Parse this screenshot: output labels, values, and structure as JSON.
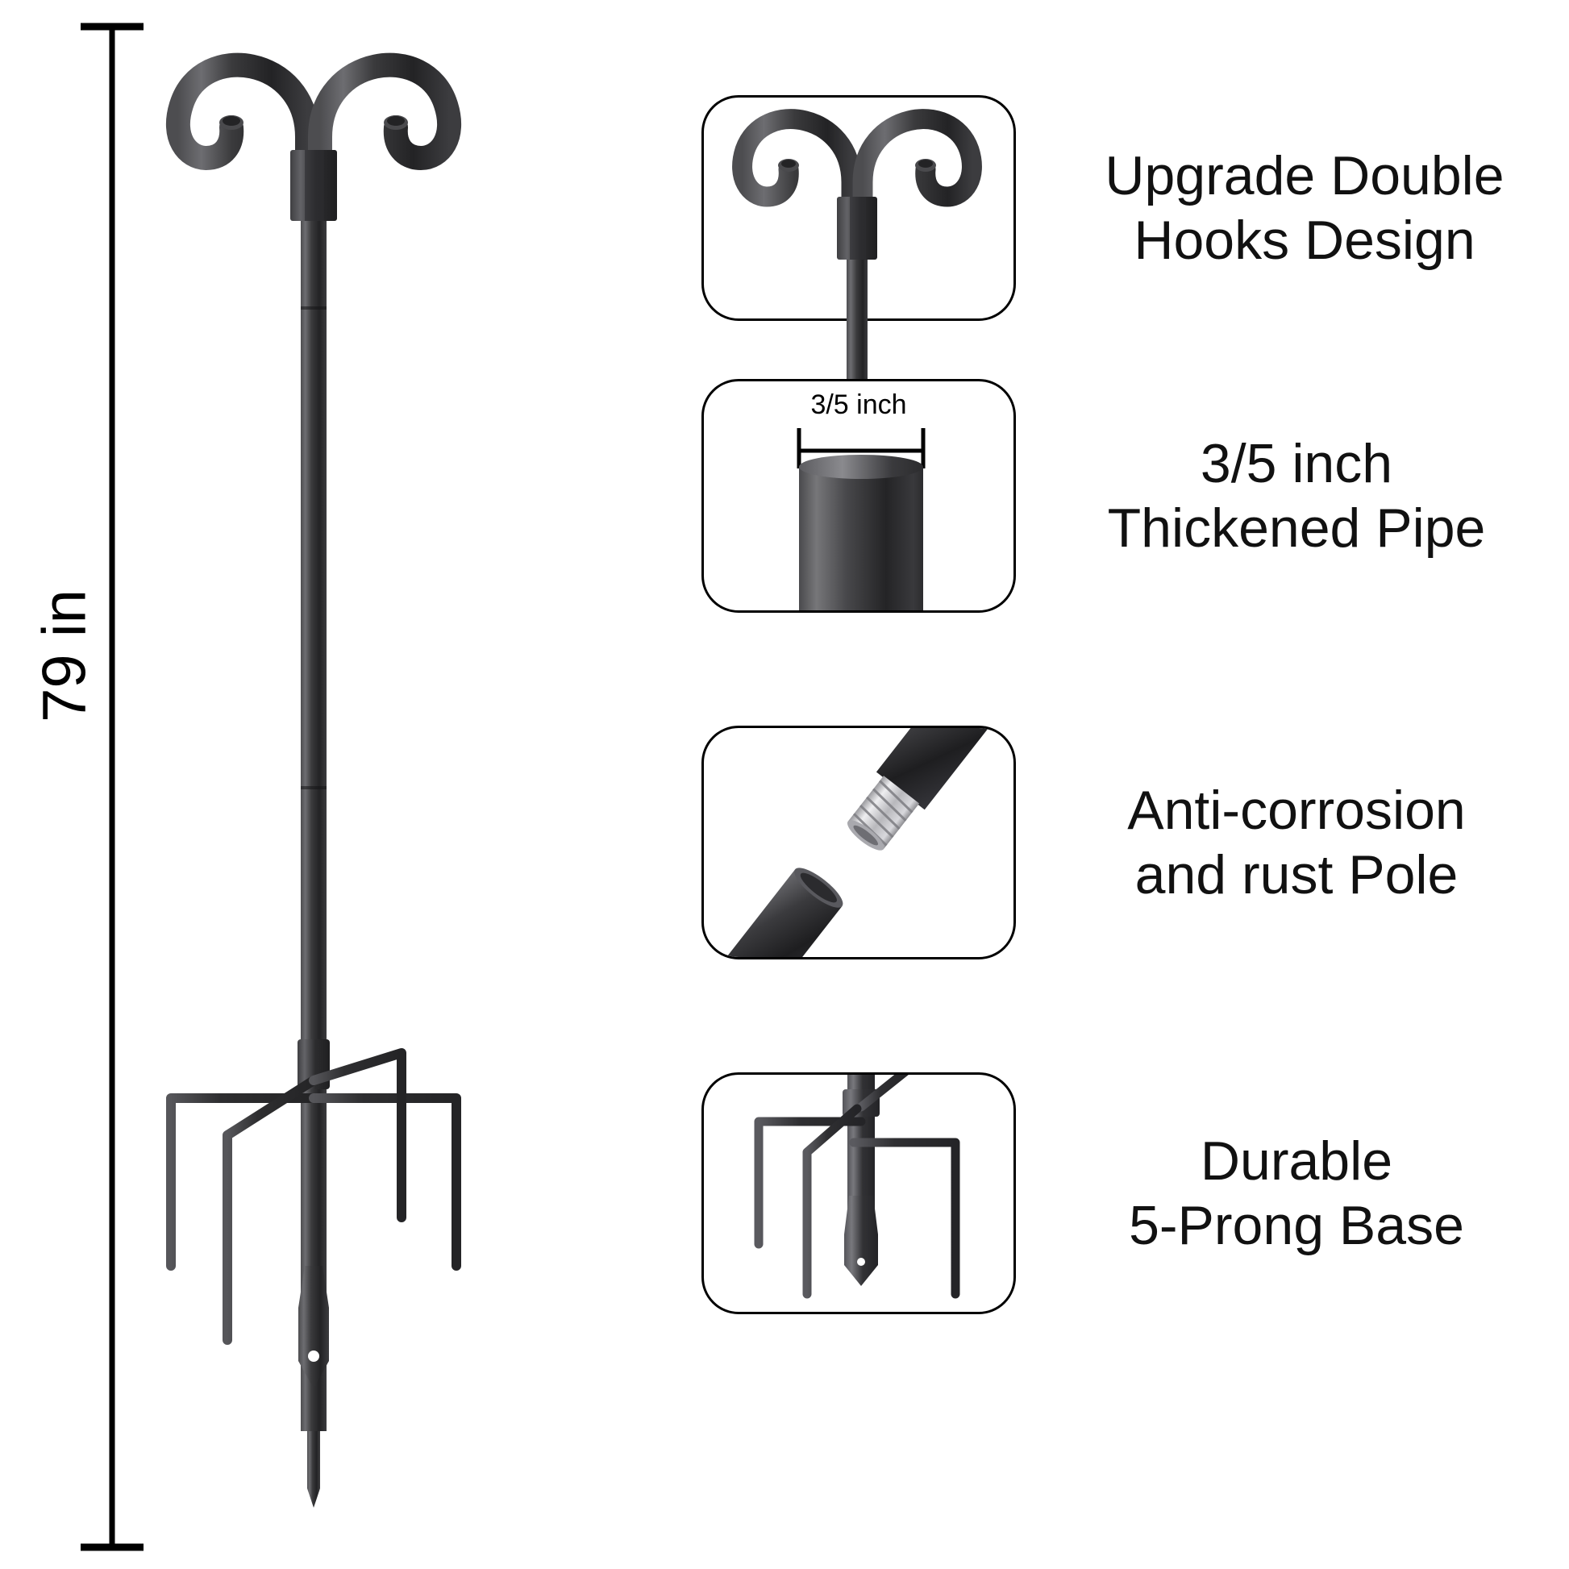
{
  "page": {
    "background_color": "#ffffff",
    "product_color_dark": "#2b2b2d",
    "product_color_mid": "#4a4a4c",
    "product_color_light": "#6e6e72",
    "line_color": "#000000"
  },
  "dimension": {
    "height_label": "79 in",
    "ruler_name": "overall-height-ruler"
  },
  "features": [
    {
      "id": "double-hooks",
      "icon": "double-shepherd-hook-icon",
      "title": "Upgrade Double\nHooks Design"
    },
    {
      "id": "thickened-pipe",
      "icon": "pipe-diameter-icon",
      "title": "3/5 inch\nThickened Pipe",
      "dimension_label": "3/5 inch"
    },
    {
      "id": "anti-corrosion",
      "icon": "threaded-pole-joint-icon",
      "title": "Anti-corrosion\nand rust Pole"
    },
    {
      "id": "five-prong-base",
      "icon": "five-prong-base-icon",
      "title": "Durable\n5-Prong Base"
    }
  ]
}
